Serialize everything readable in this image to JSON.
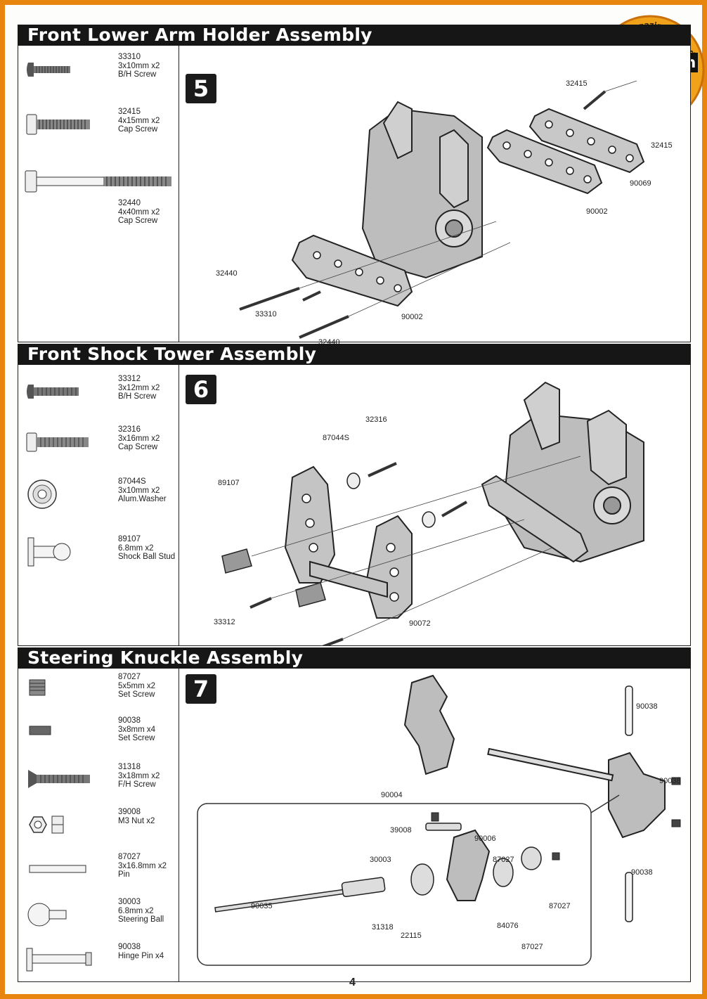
{
  "sections": [
    {
      "title": "Front Lower Arm Holder Assembly",
      "step": "5",
      "parts": [
        {
          "number": "33310",
          "size": "3x10mm x2",
          "name": "B/H Screw",
          "icon": "button-head-screw-icon"
        },
        {
          "number": "32415",
          "size": "4x15mm x2",
          "name": "Cap Screw",
          "icon": "cap-screw-icon"
        },
        {
          "number": "32440",
          "size": "4x40mm x2",
          "name": "Cap Screw",
          "icon": "long-cap-screw-icon"
        }
      ],
      "callouts": [
        "32415",
        "32415",
        "90069",
        "90002",
        "32440",
        "33310",
        "90002",
        "32440"
      ]
    },
    {
      "title": "Front Shock Tower Assembly",
      "step": "6",
      "parts": [
        {
          "number": "33312",
          "size": "3x12mm x2",
          "name": "B/H Screw",
          "icon": "button-head-screw-icon"
        },
        {
          "number": "32316",
          "size": "3x16mm x2",
          "name": "Cap Screw",
          "icon": "cap-screw-icon"
        },
        {
          "number": "87044S",
          "size": "3x10mm x2",
          "name": "Alum.Washer",
          "icon": "washer-icon"
        },
        {
          "number": "89107",
          "size": "6.8mm x2",
          "name": "Shock Ball Stud",
          "icon": "ball-stud-icon"
        }
      ],
      "callouts": [
        "32316",
        "87044S",
        "89107",
        "33312",
        "90072"
      ]
    },
    {
      "title": "Steering Knuckle Assembly",
      "step": "7",
      "parts": [
        {
          "number": "87027",
          "size": "5x5mm x2",
          "name": "Set Screw",
          "icon": "set-screw-icon"
        },
        {
          "number": "90038",
          "size": "3x8mm x4",
          "name": "Set Screw",
          "icon": "set-screw-long-icon"
        },
        {
          "number": "31318",
          "size": "3x18mm x2",
          "name": "F/H Screw",
          "icon": "flat-head-screw-icon"
        },
        {
          "number": "39008",
          "size": "M3 Nut x2",
          "name": "",
          "icon": "hex-nut-icon"
        },
        {
          "number": "87027",
          "size": "3x16.8mm x2",
          "name": "Pin",
          "icon": "pin-icon"
        },
        {
          "number": "30003",
          "size": "6.8mm x2",
          "name": "Steering Ball",
          "icon": "steering-ball-icon"
        },
        {
          "number": "90038",
          "size": "Hinge Pin x4",
          "name": "",
          "icon": "hinge-pin-icon"
        }
      ],
      "callouts": [
        "90038",
        "90038",
        "90004",
        "90038",
        "39008",
        "90006",
        "30003",
        "87027",
        "90035",
        "87027",
        "31318",
        "22115",
        "84076",
        "87027"
      ]
    }
  ],
  "logo": {
    "text": "rcmag.com",
    "tagline": "Le web magazine du modelisme",
    "accent": "#e8850f"
  },
  "page_number": "4"
}
